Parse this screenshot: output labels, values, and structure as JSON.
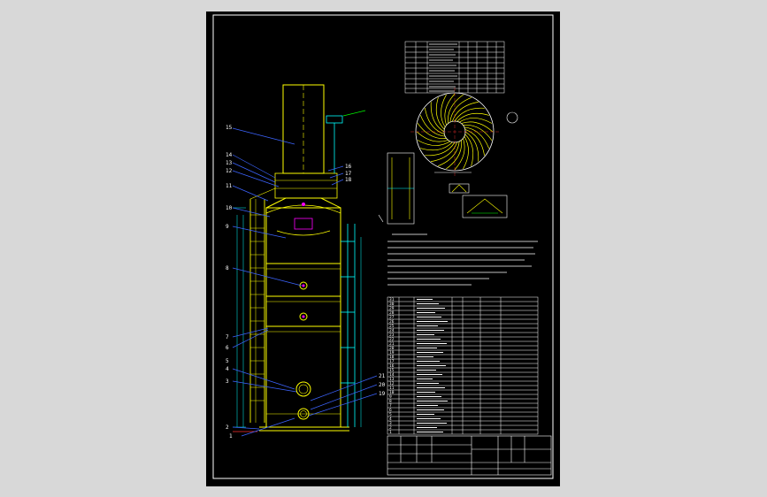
{
  "colors": {
    "background": "#d8d8d8",
    "sheet": "#000000",
    "frame": "#ffffff",
    "vessel": "#ffff00",
    "leader": "#3c64ff",
    "cyan": "#00ffff",
    "green": "#00ff00",
    "magenta": "#ff00ff",
    "red": "#ff3030"
  },
  "drawing": {
    "title_top": "",
    "title_bottom": "",
    "title_left": "",
    "title_right": "",
    "part_labels_left": [
      "15",
      "14",
      "13",
      "12",
      "11",
      "10",
      "9",
      "8",
      "7",
      "6",
      "5",
      "4",
      "3",
      "2",
      "1"
    ],
    "part_labels_right": [
      "16",
      "17",
      "18",
      "21",
      "20",
      "19"
    ],
    "nozzle_table_title": "",
    "bom_item_numbers": [
      "31",
      "30",
      "29",
      "28",
      "27",
      "26",
      "25",
      "24",
      "23",
      "22",
      "21",
      "20",
      "19",
      "18",
      "17",
      "16",
      "15",
      "14",
      "13",
      "12",
      "11",
      "10",
      "9",
      "8",
      "7",
      "6",
      "5",
      "4",
      "3",
      "2",
      "1"
    ]
  }
}
